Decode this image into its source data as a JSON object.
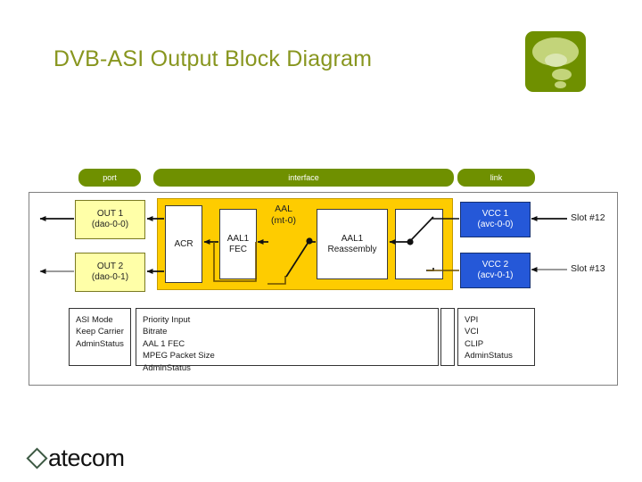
{
  "slide": {
    "title": "DVB-ASI Output Block Diagram",
    "title_color": "#88961f"
  },
  "corner_logo": {
    "name": "green-bubble-logo",
    "background_color": "#6f9000",
    "bubble_color": "#c3d47a"
  },
  "layer_pills": [
    {
      "id": "port",
      "label": "port"
    },
    {
      "id": "interface",
      "label": "interface"
    },
    {
      "id": "link",
      "label": "link"
    }
  ],
  "diagram": {
    "out_boxes": [
      {
        "id": "out-1",
        "title": "OUT 1",
        "subtitle": "(dao-0-0)"
      },
      {
        "id": "out-2",
        "title": "OUT 2",
        "subtitle": "(dao-0-1)"
      }
    ],
    "aal": {
      "title": "AAL",
      "subtitle": "(mt-0)",
      "fill_color": "#fecc00"
    },
    "process_boxes": [
      {
        "id": "acr",
        "line1": "ACR",
        "line2": ""
      },
      {
        "id": "aal1-fec",
        "line1": "AAL1",
        "line2": "FEC"
      },
      {
        "id": "aal1-reassembly",
        "line1": "AAL1",
        "line2": "Reassembly"
      },
      {
        "id": "link-switch",
        "line1": "",
        "line2": ""
      }
    ],
    "vcc_boxes": [
      {
        "id": "vcc-1",
        "title": "VCC 1",
        "subtitle": "(avc-0-0)",
        "fill_color": "#2558d8"
      },
      {
        "id": "vcc-2",
        "title": "VCC 2",
        "subtitle": "(acv-0-1)",
        "fill_color": "#2558d8"
      }
    ],
    "slot_labels": [
      {
        "id": "slot-12",
        "label": "Slot #12"
      },
      {
        "id": "slot-13",
        "label": "Slot #13"
      }
    ]
  },
  "attribute_panels": {
    "port": {
      "items": [
        "ASI Mode",
        "Keep Carrier",
        "AdminStatus"
      ]
    },
    "interface": {
      "items": [
        "Priority Input",
        "Bitrate",
        "AAL 1 FEC",
        "MPEG Packet Size",
        "AdminStatus"
      ]
    },
    "link": {
      "items": [
        "VPI",
        "VCI",
        "CLIP",
        "AdminStatus"
      ]
    }
  },
  "footer": {
    "wordmark": "atecom",
    "mark_name": "diamond-icon"
  }
}
